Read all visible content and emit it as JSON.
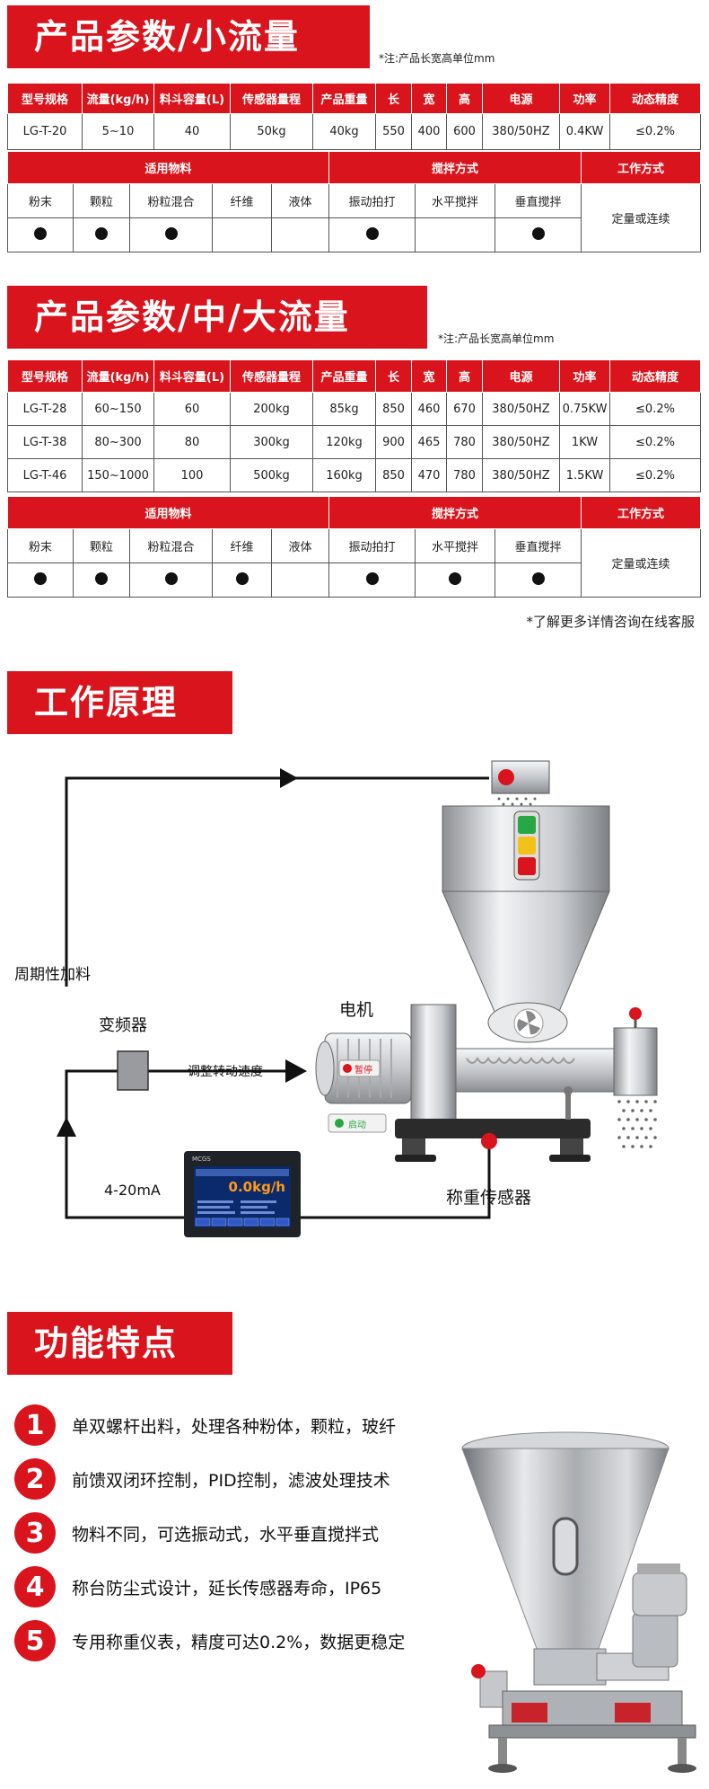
{
  "section1": {
    "title": "产品参数/小流量",
    "note": "*注:产品长宽高单位mm",
    "headers": [
      "型号规格",
      "流量(kg/h)",
      "料斗容量(L)",
      "传感器量程",
      "产品重量",
      "长",
      "宽",
      "高",
      "电源",
      "功率",
      "动态精度"
    ],
    "rows": [
      [
        "LG-T-20",
        "5~10",
        "40",
        "50kg",
        "40kg",
        "550",
        "400",
        "600",
        "380/50HZ",
        "0.4KW",
        "≤0.2%"
      ]
    ],
    "material_header": "适用物料",
    "stir_header": "搅拌方式",
    "mode_header": "工作方式",
    "materials": [
      "粉末",
      "颗粒",
      "粉粒混合",
      "纤维",
      "液体"
    ],
    "stirs": [
      "振动拍打",
      "水平搅拌",
      "垂直搅拌"
    ],
    "mode_value": "定量或连续",
    "material_dots": [
      true,
      true,
      true,
      false,
      false
    ],
    "stir_dots": [
      true,
      false,
      true
    ]
  },
  "section2": {
    "title": "产品参数/中/大流量",
    "note": "*注:产品长宽高单位mm",
    "headers": [
      "型号规格",
      "流量(kg/h)",
      "料斗容量(L)",
      "传感器量程",
      "产品重量",
      "长",
      "宽",
      "高",
      "电源",
      "功率",
      "动态精度"
    ],
    "rows": [
      [
        "LG-T-28",
        "60~150",
        "60",
        "200kg",
        "85kg",
        "850",
        "460",
        "670",
        "380/50HZ",
        "0.75KW",
        "≤0.2%"
      ],
      [
        "LG-T-38",
        "80~300",
        "80",
        "300kg",
        "120kg",
        "900",
        "465",
        "780",
        "380/50HZ",
        "1KW",
        "≤0.2%"
      ],
      [
        "LG-T-46",
        "150~1000",
        "100",
        "500kg",
        "160kg",
        "850",
        "470",
        "780",
        "380/50HZ",
        "1.5KW",
        "≤0.2%"
      ]
    ],
    "material_header": "适用物料",
    "stir_header": "搅拌方式",
    "mode_header": "工作方式",
    "materials": [
      "粉末",
      "颗粒",
      "粉粒混合",
      "纤维",
      "液体"
    ],
    "stirs": [
      "振动拍打",
      "水平搅拌",
      "垂直搅拌"
    ],
    "mode_value": "定量或连续",
    "material_dots": [
      true,
      true,
      true,
      true,
      false
    ],
    "stir_dots": [
      true,
      true,
      true
    ]
  },
  "footnote": "*了解更多详情咨询在线客服",
  "principle": {
    "title": "工作原理",
    "periodic_feed": "周期性加料",
    "inverter": "变频器",
    "speed_adjust": "调整转动速度",
    "motor": "电机",
    "current_signal": "4-20mA",
    "weigh_sensor": "称重传感器",
    "stop_button": "暂停",
    "start_button": "启动",
    "controller_brand": "MCGS",
    "controller_reading": "0.0kg/h"
  },
  "features": {
    "title": "功能特点",
    "items": [
      {
        "num": "1",
        "text": "单双螺杆出料，处理各种粉体，颗粒，玻纤"
      },
      {
        "num": "2",
        "text": "前馈双闭环控制，PID控制，滤波处理技术"
      },
      {
        "num": "3",
        "text": "物料不同，可选振动式，水平垂直搅拌式"
      },
      {
        "num": "4",
        "text": "称台防尘式设计，延长传感器寿命，IP65"
      },
      {
        "num": "5",
        "text": "专用称重仪表，精度可达0.2%，数据更稳定"
      }
    ]
  },
  "colors": {
    "accent": "#d9141c",
    "text": "#222222",
    "led_green": "#28a745",
    "led_yellow": "#f2c21b",
    "led_red": "#d9141c"
  }
}
